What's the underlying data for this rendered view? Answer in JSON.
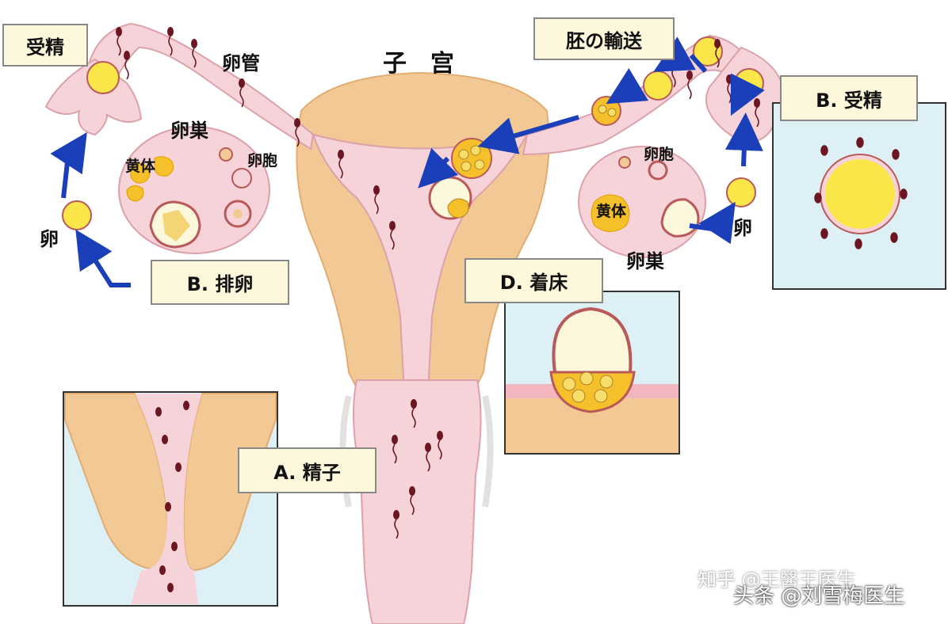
{
  "labels": {
    "uterus": "子　宫",
    "oviduct": "卵管",
    "ovary_left": "卵巣",
    "ovary_right": "卵巣",
    "corpus_luteum_left": "黄体",
    "corpus_luteum_right": "黄体",
    "follicle_left": "卵胞",
    "follicle_right": "卵胞",
    "egg_left": "卵",
    "egg_right": "卵"
  },
  "boxes": {
    "fertilization_left": "受精",
    "ovulation": "B. 排卵",
    "embryo_transport": "胚の輸送",
    "fertilization_right": "B. 受精",
    "implantation": "D. 着床",
    "sperm": "A. 精子"
  },
  "watermark": {
    "faint": "知乎 @王醫王医生",
    "main": "头条 @刘雪梅医生"
  },
  "colors": {
    "tissue": "#f6d3d8",
    "tissue_outline": "#dba2ab",
    "muscle": "#f2c995",
    "panel_bg": "#dcf0f6",
    "box_bg": "#fdf7dc",
    "arrow": "#1a3fb8",
    "egg": "#fbe64a",
    "sperm": "#6b1620"
  }
}
